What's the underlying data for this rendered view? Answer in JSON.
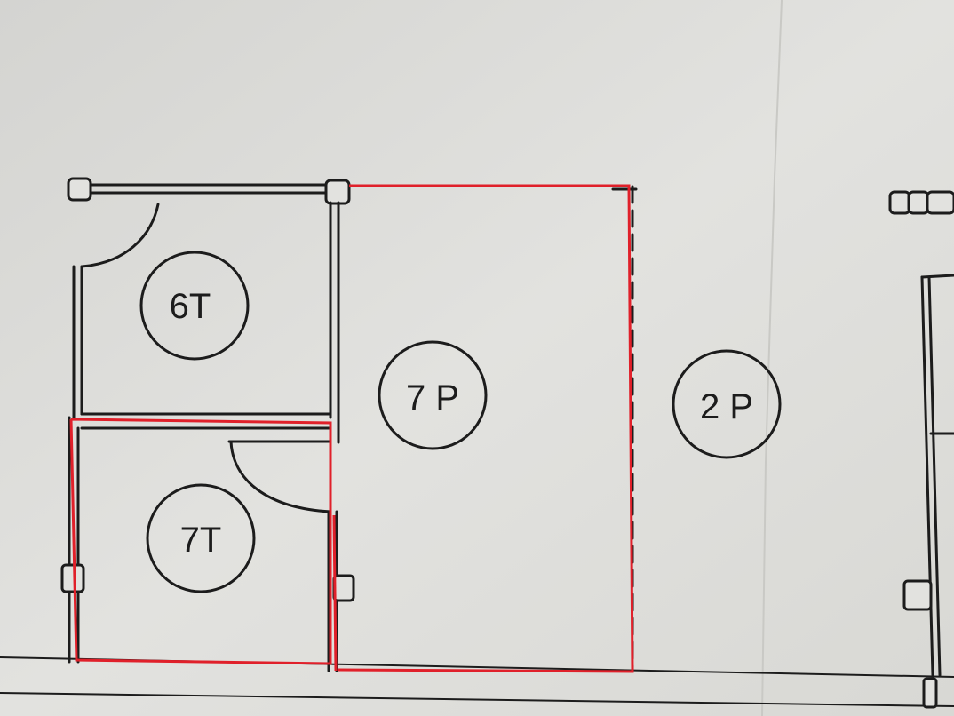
{
  "rooms": [
    {
      "id": "6T",
      "label": "6T"
    },
    {
      "id": "7T",
      "label": "7T"
    },
    {
      "id": "7P",
      "label": "7 P"
    },
    {
      "id": "2P",
      "label": "2 P"
    }
  ],
  "colors": {
    "paper": "#dcdcd9",
    "ink": "#1c1c1c",
    "highlight": "#e0202a"
  }
}
